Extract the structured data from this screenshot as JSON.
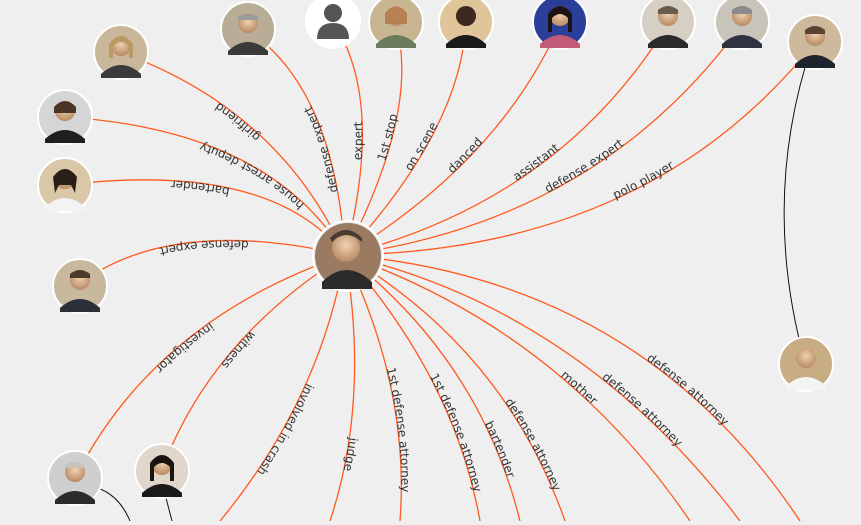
{
  "colors": {
    "background": "#efefef",
    "edge": "#ff5a1f",
    "secondary_edge": "#111111",
    "label": "#333333",
    "node_ring": "#ffffff"
  },
  "center_node": {
    "name": "",
    "icon": "person-photo"
  },
  "nodes": [
    {
      "id": "n1",
      "icon": "person-photo"
    },
    {
      "id": "n2",
      "icon": "person-photo"
    },
    {
      "id": "n3",
      "icon": "person-photo"
    },
    {
      "id": "n4",
      "icon": "person-photo"
    },
    {
      "id": "n5",
      "icon": "person-photo"
    },
    {
      "id": "n6",
      "icon": "person-photo"
    },
    {
      "id": "n7",
      "icon": "generic-user-icon"
    },
    {
      "id": "n8",
      "icon": "person-photo"
    },
    {
      "id": "n9",
      "icon": "person-photo"
    },
    {
      "id": "n10",
      "icon": "person-photo"
    },
    {
      "id": "n11",
      "icon": "person-photo"
    },
    {
      "id": "n12",
      "icon": "person-photo"
    },
    {
      "id": "n13",
      "icon": "person-photo"
    },
    {
      "id": "n14",
      "icon": "person-photo"
    },
    {
      "id": "n15",
      "icon": "person-photo"
    },
    {
      "id": "n16",
      "icon": "person-photo"
    }
  ],
  "edges": [
    {
      "label": "girlfriend"
    },
    {
      "label": "house arrest deputy"
    },
    {
      "label": "bartender"
    },
    {
      "label": "defense expert"
    },
    {
      "label": "investigator"
    },
    {
      "label": "witness"
    },
    {
      "label": "defense expert"
    },
    {
      "label": "expert"
    },
    {
      "label": "1st stop"
    },
    {
      "label": "on scene"
    },
    {
      "label": "danced"
    },
    {
      "label": "assistant"
    },
    {
      "label": "defense expert"
    },
    {
      "label": "polo player"
    },
    {
      "label": "involved in crash"
    },
    {
      "label": "judge"
    },
    {
      "label": "1st defense attorney"
    },
    {
      "label": "1st defense attorney"
    },
    {
      "label": "bartender"
    },
    {
      "label": "defense attorney"
    },
    {
      "label": "mother"
    },
    {
      "label": "defense attorney"
    },
    {
      "label": "defense attorney"
    }
  ]
}
